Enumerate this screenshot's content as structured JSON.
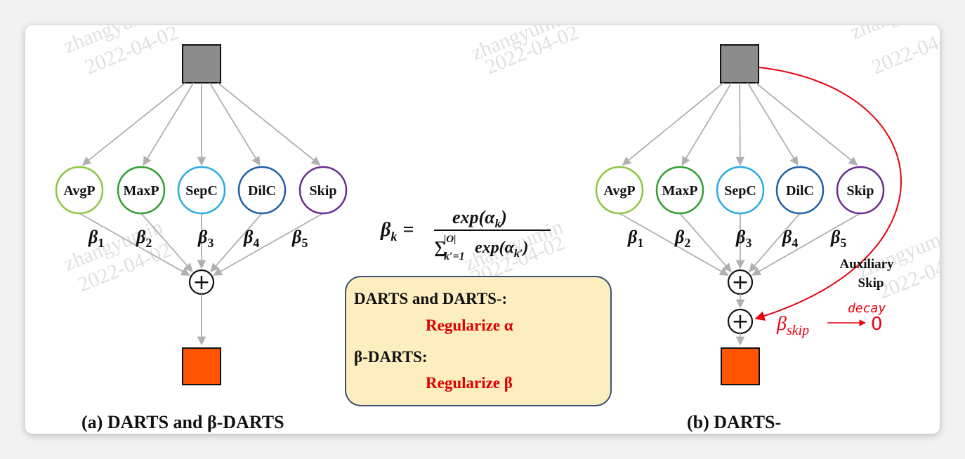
{
  "watermark": {
    "name": "zhangyumin",
    "date": "2022-04-02"
  },
  "ops": [
    "AvgP",
    "MaxP",
    "SepC",
    "DilC",
    "Skip"
  ],
  "op_colors": [
    "#8cc63f",
    "#2ca02c",
    "#29abe2",
    "#1f5fa8",
    "#6a2c91"
  ],
  "beta_symbol": "β",
  "beta_subscripts": [
    "1",
    "2",
    "3",
    "4",
    "5"
  ],
  "input_color": "#8c8c8c",
  "output_color": "#ff5500",
  "sum_symbol": "+",
  "formula": {
    "lhs_base": "β",
    "lhs_sub": "k",
    "equals": "=",
    "numerator": "exp(α",
    "numerator_sub": "k",
    "numerator_close": ")",
    "denominator_sum": "∑",
    "denominator_sup": "|O|",
    "denominator_sub": "k′=1",
    "denominator_text": "exp(α",
    "denominator_text_sub": "k′",
    "denominator_close": ")"
  },
  "info_box": {
    "line1": "DARTS and DARTS-:",
    "line2": "Regularize α",
    "line3": "β-DARTS:",
    "line4": "Regularize β",
    "bg": "#fdeec0",
    "border": "#3c4f78"
  },
  "aux_skip": {
    "label_line1": "Auxiliary",
    "label_line2": "Skip",
    "beta_base": "β",
    "beta_sub": "skip",
    "decay_label": "decay",
    "arrow_target": "0",
    "color": "#e8000d"
  },
  "captions": {
    "left": "(a) DARTS and β-DARTS",
    "right": "(b) DARTS-"
  }
}
